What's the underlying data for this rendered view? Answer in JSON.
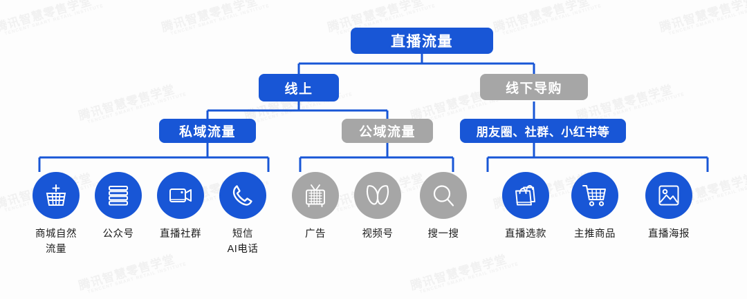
{
  "diagram": {
    "watermark": {
      "cn": "腾讯智慧零售学堂",
      "en": "TENCENT SMART RETAIL INSTITUTE"
    },
    "colors": {
      "blue": "#1856d6",
      "gray": "#a6a6a6",
      "line": "#1856d6",
      "text": "#1a1a1a",
      "background": "#fdfdfd"
    },
    "root": {
      "label": "直播流量",
      "tone": "blue"
    },
    "level2": [
      {
        "label": "线上",
        "tone": "blue"
      },
      {
        "label": "线下导购",
        "tone": "gray"
      }
    ],
    "level3": [
      {
        "label": "私域流量",
        "tone": "blue"
      },
      {
        "label": "公域流量",
        "tone": "gray"
      },
      {
        "label": "朋友圈、社群、小红书等",
        "tone": "blue"
      }
    ],
    "leaves": {
      "private_domain": [
        {
          "label": "商城自然\n流量",
          "icon": "basket-plus-icon",
          "tone": "blue"
        },
        {
          "label": "公众号",
          "icon": "stacked-lines-icon",
          "tone": "blue"
        },
        {
          "label": "直播社群",
          "icon": "video-camera-icon",
          "tone": "blue"
        },
        {
          "label": "短信\nAI电话",
          "icon": "phone-icon",
          "tone": "blue"
        }
      ],
      "public_domain": [
        {
          "label": "广告",
          "icon": "tv-icon",
          "tone": "gray"
        },
        {
          "label": "视频号",
          "icon": "channels-butterfly-icon",
          "tone": "gray"
        },
        {
          "label": "搜一搜",
          "icon": "magnifier-icon",
          "tone": "gray"
        }
      ],
      "offline_guide": [
        {
          "label": "直播选款",
          "icon": "shopping-bags-icon",
          "tone": "blue"
        },
        {
          "label": "主推商品",
          "icon": "shopping-cart-icon",
          "tone": "blue"
        },
        {
          "label": "直播海报",
          "icon": "picture-icon",
          "tone": "blue"
        }
      ]
    }
  }
}
